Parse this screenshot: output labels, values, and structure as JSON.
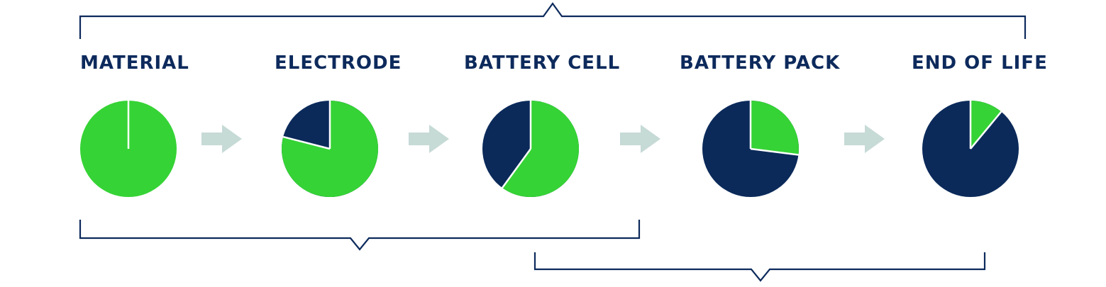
{
  "stages": [
    {
      "label": "MATERIAL"
    },
    {
      "label": "ELECTRODE"
    },
    {
      "label": "BATTERY CELL"
    },
    {
      "label": "BATTERY PACK"
    },
    {
      "label": "END OF LIFE"
    }
  ],
  "colors": {
    "green": "#35d335",
    "navy": "#0b2a5a",
    "bracket": "#0d2a5c",
    "arrow": "#c6dad6"
  },
  "pies": [
    {
      "stage": "MATERIAL",
      "green_fraction": 1.0
    },
    {
      "stage": "ELECTRODE",
      "green_fraction": 0.79
    },
    {
      "stage": "BATTERY CELL",
      "green_fraction": 0.6
    },
    {
      "stage": "BATTERY PACK",
      "green_fraction": 0.27
    },
    {
      "stage": "END OF LIFE",
      "green_fraction": 0.11
    }
  ]
}
